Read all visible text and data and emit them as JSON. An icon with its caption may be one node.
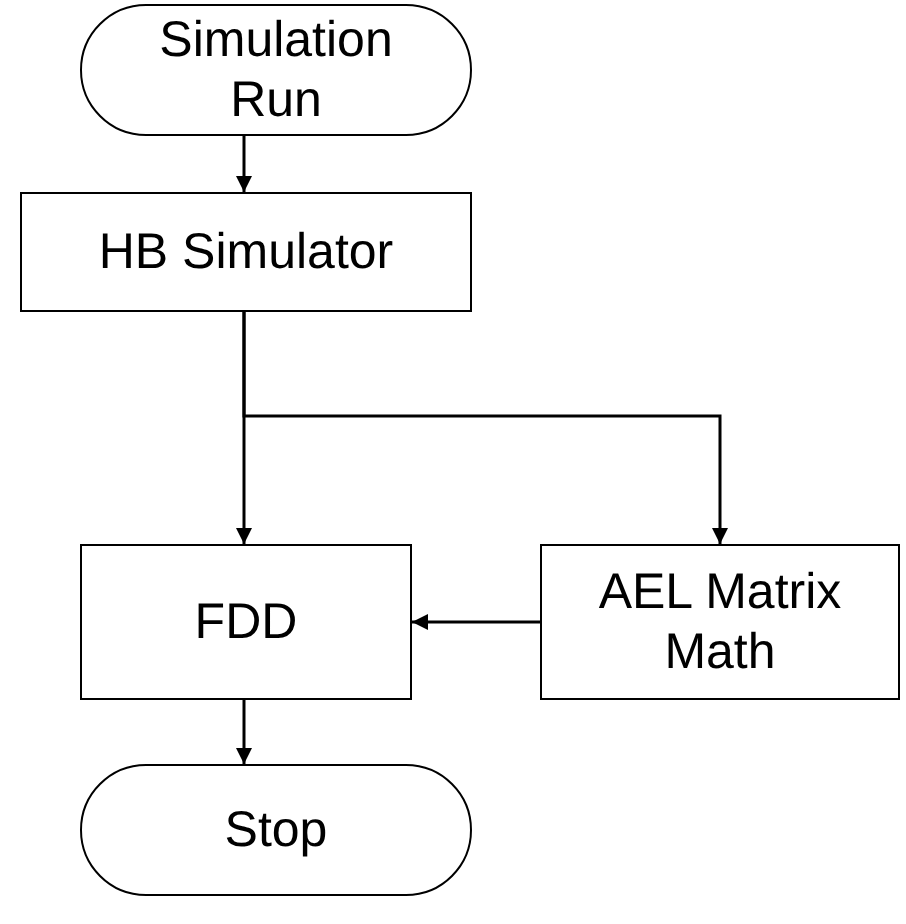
{
  "diagram": {
    "nodes": [
      {
        "text": [
          "Simulation Run"
        ]
      },
      {
        "text": [
          "HB Simulator"
        ]
      },
      {
        "text": [
          "FDD"
        ]
      },
      {
        "text": [
          "AEL Matrix Math"
        ]
      },
      {
        "text": [
          "Stop"
        ]
      }
    ],
    "edges": [
      {
        "from": 0,
        "to": 1,
        "arrow": "to"
      },
      {
        "from": 1,
        "to": 2,
        "arrow": "to"
      },
      {
        "from": 1,
        "to": 3,
        "arrow": "to"
      },
      {
        "from": 3,
        "to": 2,
        "arrow": "to"
      },
      {
        "from": 2,
        "to": 4,
        "arrow": "to"
      }
    ]
  }
}
